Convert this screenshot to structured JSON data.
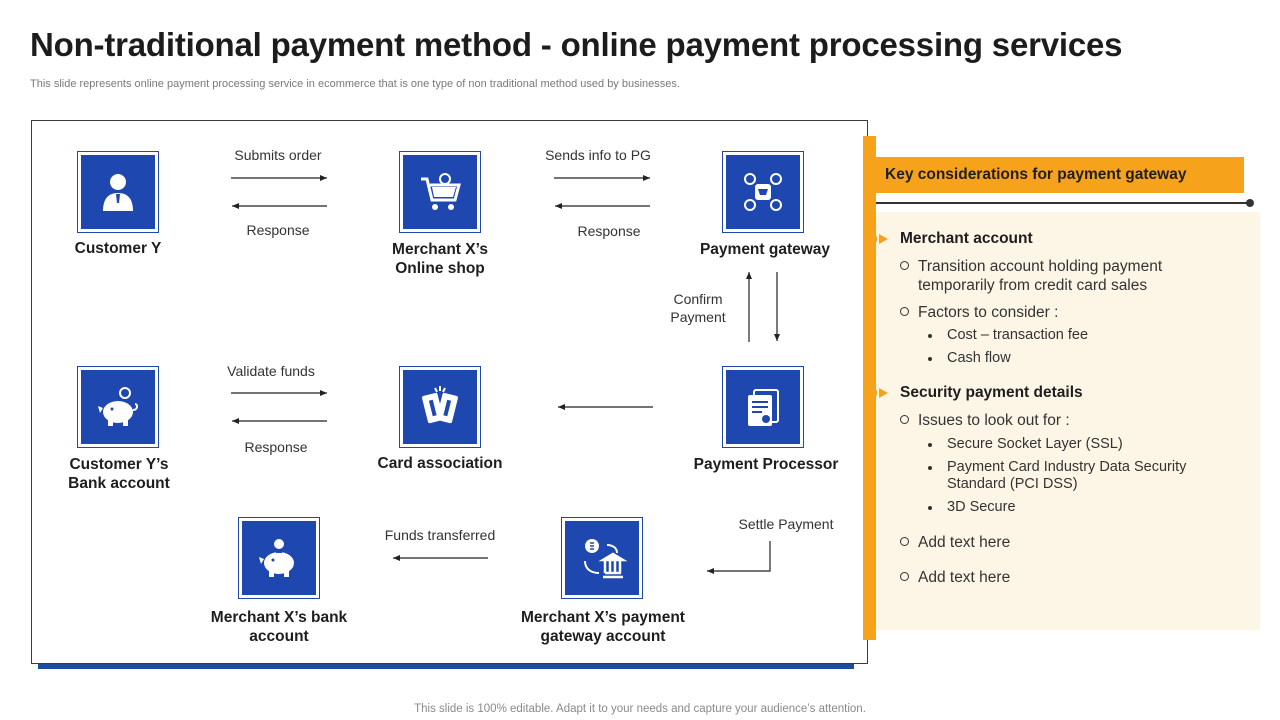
{
  "slide": {
    "title": "Non-traditional payment method - online payment processing services",
    "subtitle": "This slide represents online payment processing service in ecommerce that is one type of non traditional method used by businesses.",
    "footer": "This slide is 100% editable. Adapt it to your needs and capture your audience’s attention."
  },
  "diagram": {
    "nodes": {
      "customer": {
        "label": "Customer Y",
        "icon": "person-icon"
      },
      "shop": {
        "label": "Merchant X’s\nOnline shop",
        "icon": "shopping-cart-icon"
      },
      "gateway": {
        "label": "Payment gateway",
        "icon": "gateway-network-icon"
      },
      "bank": {
        "label": "Customer Y’s\nBank account",
        "icon": "piggy-bank-icon"
      },
      "card_assoc": {
        "label": "Card association",
        "icon": "cards-icon"
      },
      "processor": {
        "label": "Payment Processor",
        "icon": "documents-icon"
      },
      "merchant_bank": {
        "label": "Merchant X’s bank\naccount",
        "icon": "piggy-bank-icon"
      },
      "merchant_gateway": {
        "label": "Merchant X’s payment\ngateway account",
        "icon": "money-bank-icon"
      }
    },
    "edges": {
      "submits_order": "Submits order",
      "response_1": "Response",
      "sends_info": "Sends info to PG",
      "response_2": "Response",
      "confirm_payment": "Confirm\nPayment",
      "validate_funds": "Validate funds",
      "response_3": "Response",
      "settle_payment": "Settle Payment",
      "funds_transferred": "Funds transferred"
    },
    "colors": {
      "icon_blue": "#1f47b0",
      "frame_underline": "#1e4b9e"
    }
  },
  "panel": {
    "header": "Key considerations for payment gateway",
    "accent": "#f7a21b",
    "background": "#fdf6e6",
    "sections": [
      {
        "title": "Merchant account",
        "items": [
          {
            "text": "Transition account holding payment\ntemporarily from credit card sales"
          },
          {
            "text": "Factors to consider :",
            "bullets": [
              "Cost – transaction fee",
              "Cash flow"
            ]
          }
        ]
      },
      {
        "title": "Security payment details",
        "items": [
          {
            "text": "Issues to look out for :",
            "bullets": [
              "Secure Socket Layer (SSL)",
              "Payment Card Industry Data Security\nStandard (PCI DSS)",
              "3D Secure"
            ]
          },
          {
            "text": "Add text here"
          },
          {
            "text": "Add text here"
          }
        ]
      }
    ]
  }
}
